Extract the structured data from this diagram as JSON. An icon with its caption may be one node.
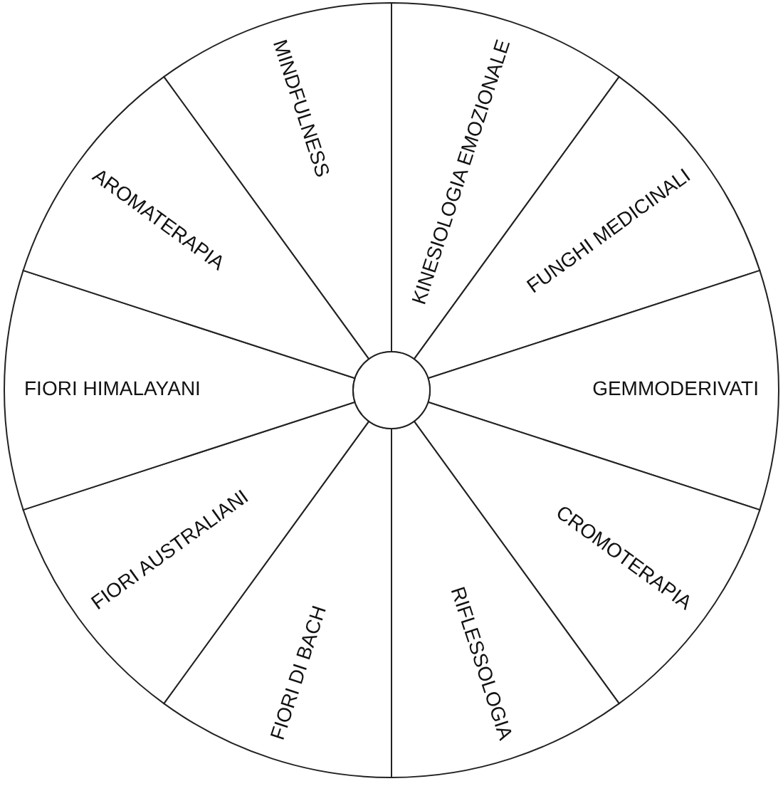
{
  "diagram": {
    "nodes": [
      {
        "text": [
          "MINDFULNESS"
        ]
      },
      {
        "text": [
          "KINESIOLOGIA EMOZIONALE"
        ]
      },
      {
        "text": [
          "FUNGHI MEDICINALI"
        ]
      },
      {
        "text": [
          "GEMMODERIVATI"
        ]
      },
      {
        "text": [
          "CROMOTERAPIA"
        ]
      },
      {
        "text": [
          "RIFLESSOLOGIA"
        ]
      },
      {
        "text": [
          "FIORI DI BACH"
        ]
      },
      {
        "text": [
          "FIORI AUSTRALIANI"
        ]
      },
      {
        "text": [
          "FIORI HIMALAYANI"
        ]
      },
      {
        "text": [
          "AROMATERAPIA"
        ]
      },
      {
        "text": [],
        "shape": "circle"
      }
    ]
  }
}
